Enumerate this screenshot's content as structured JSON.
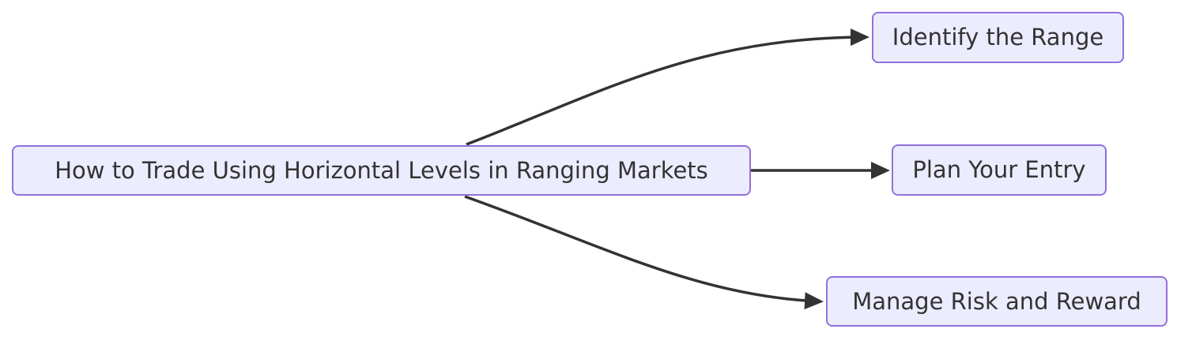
{
  "diagram": {
    "type": "flowchart",
    "orientation": "left-to-right",
    "nodes": [
      {
        "id": "root",
        "label": "How to Trade Using Horizontal Levels in Ranging Markets"
      },
      {
        "id": "identify-range",
        "label": "Identify the Range"
      },
      {
        "id": "plan-entry",
        "label": "Plan Your Entry"
      },
      {
        "id": "manage-risk",
        "label": "Manage Risk and Reward"
      }
    ],
    "edges": [
      {
        "from": "root",
        "to": "identify-range",
        "arrow": "filled-triangle"
      },
      {
        "from": "root",
        "to": "plan-entry",
        "arrow": "filled-triangle"
      },
      {
        "from": "root",
        "to": "manage-risk",
        "arrow": "filled-triangle"
      }
    ],
    "colors": {
      "node_fill": "#ECECFF",
      "node_border": "#9370DB",
      "edge_stroke": "#333333",
      "label_text": "#333333",
      "background": "#FFFFFF"
    }
  }
}
